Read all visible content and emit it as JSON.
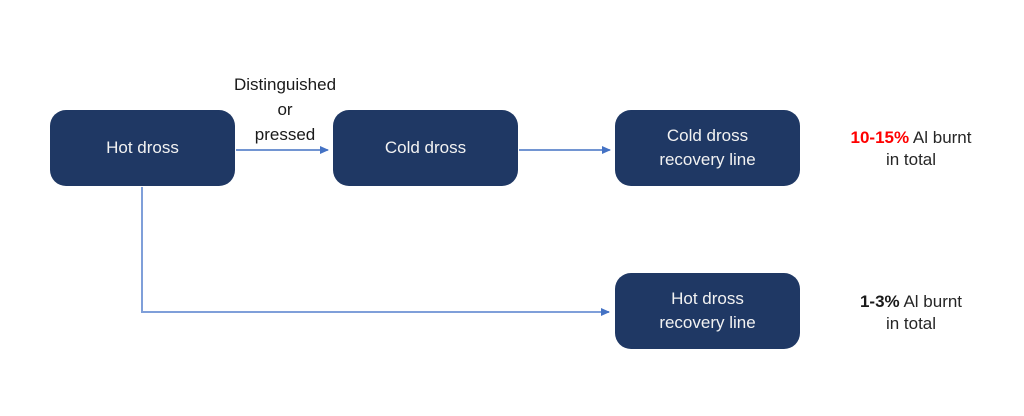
{
  "colors": {
    "node_fill": "#1f3864",
    "node_text": "#f2f2f2",
    "arrow_primary": "#4472c4",
    "arrow_elbow": "#7f9fd9",
    "label_text": "#1a1a1a",
    "highlight_red": "#ff0000",
    "annotation_text": "#262626"
  },
  "nodes": {
    "hot_dross": {
      "label": "Hot dross"
    },
    "cold_dross": {
      "label": "Cold dross"
    },
    "cold_dross_recovery": {
      "label": "Cold dross recovery line"
    },
    "hot_dross_recovery": {
      "label": "Hot dross recovery line"
    }
  },
  "edge_label": {
    "line1": "Distinguished",
    "line2": "or",
    "line3": "pressed"
  },
  "annotations": {
    "cold": {
      "highlight": "10-15%",
      "rest": " Al burnt",
      "line2": "in total"
    },
    "hot": {
      "highlight": "1-3%",
      "rest": " Al burnt",
      "line2": "in total"
    }
  }
}
